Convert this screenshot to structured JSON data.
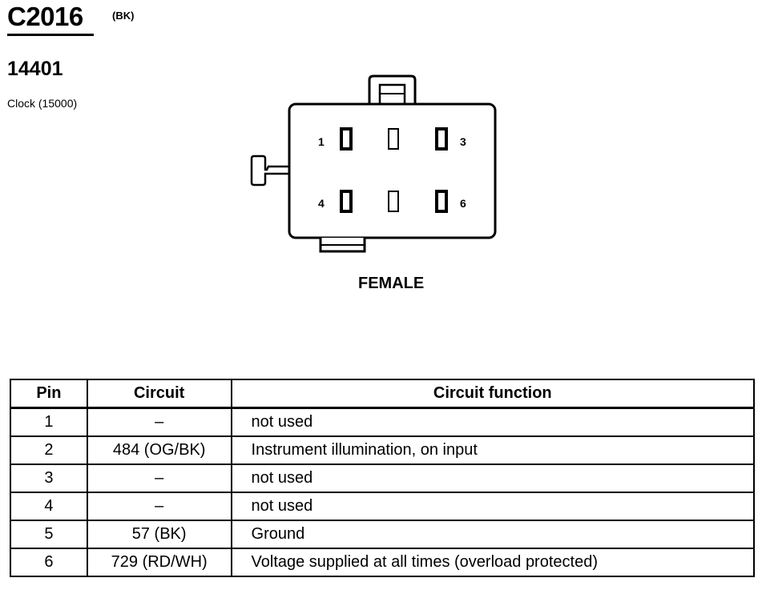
{
  "connector": {
    "id": "C2016",
    "color_code": "(BK)",
    "part_number": "14401",
    "component": "Clock (15000)",
    "gender": "FEMALE"
  },
  "pin_labels": [
    "1",
    "3",
    "4",
    "6"
  ],
  "table": {
    "headers": [
      "Pin",
      "Circuit",
      "Circuit function"
    ],
    "rows": [
      {
        "pin": "1",
        "circuit": "–",
        "function": "not used"
      },
      {
        "pin": "2",
        "circuit": "484 (OG/BK)",
        "function": "Instrument illumination, on input"
      },
      {
        "pin": "3",
        "circuit": "–",
        "function": "not used"
      },
      {
        "pin": "4",
        "circuit": "–",
        "function": "not used"
      },
      {
        "pin": "5",
        "circuit": "57 (BK)",
        "function": "Ground"
      },
      {
        "pin": "6",
        "circuit": "729 (RD/WH)",
        "function": "Voltage supplied at all times (overload protected)"
      }
    ]
  }
}
